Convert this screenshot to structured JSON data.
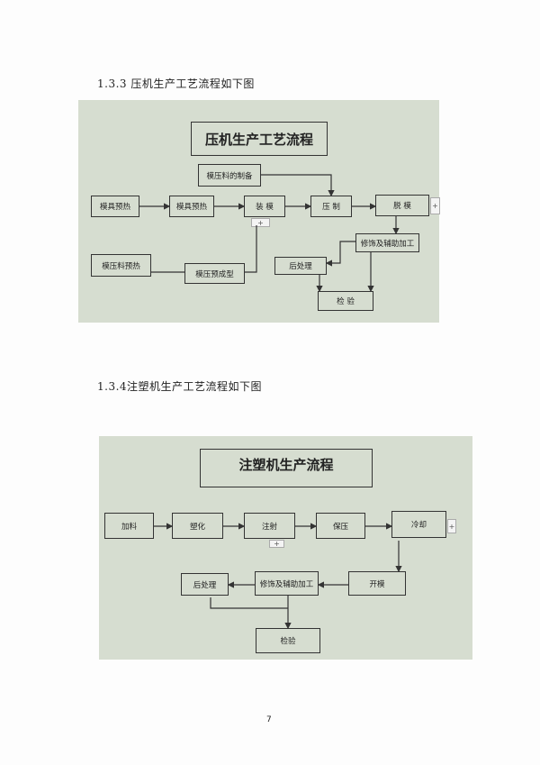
{
  "section1": {
    "heading": "1.3.3 压机生产工艺流程如下图",
    "title": "压机生产工艺流程",
    "steps": {
      "material_prep": "模压料的制备",
      "mold_preheat_1": "模具预热",
      "mold_preheat_2": "模具预热",
      "load_mold": "装  模",
      "press": "压  制",
      "demold": "脱  模",
      "finish": "修饰及辅助加工",
      "post": "后处理",
      "material_preheat": "模压料预热",
      "preform": "模压预成型",
      "inspect": "检  验"
    }
  },
  "section2": {
    "heading": "1.3.4注塑机生产工艺流程如下图",
    "title": "注塑机生产流程",
    "steps": {
      "feed": "加料",
      "plasticize": "塑化",
      "inject": "注射",
      "hold": "保压",
      "cool": "冷却",
      "open": "开模",
      "finish": "修饰及辅助加工",
      "post": "后处理",
      "inspect": "检验"
    }
  },
  "controls": {
    "plus": "+"
  },
  "page_number": "7"
}
